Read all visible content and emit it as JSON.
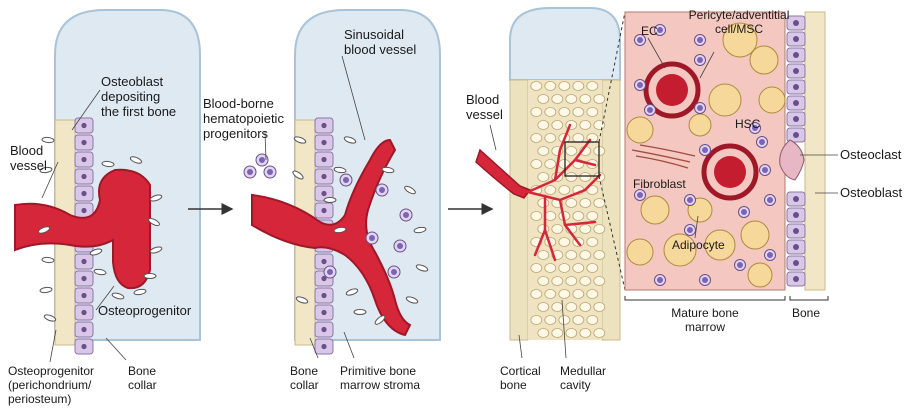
{
  "colors": {
    "bone_shaft": "#dfe9f1",
    "cartilage_edge": "#a9c4d8",
    "osteoblast": "#d8c7e6",
    "vessel": "#d6263a",
    "vessel_dark": "#9e1827",
    "marrow_bg": "#f4c8c0",
    "adipocyte": "#f6d89a",
    "bone_collar": "#f1e7c6",
    "cortical": "#ece2bd",
    "hsc": "#7c63b8"
  },
  "panel1": {
    "osteoblast_label": "Osteoblast\ndepositing\nthe first bone",
    "blood_vessel_label": "Blood\nvessel",
    "osteoprogenitor_label": "Osteoprogenitor",
    "perichondrium_label": "Osteoprogenitor\n(perichondrium/\nperiosteum)",
    "bone_collar_label": "Bone\ncollar"
  },
  "panel2": {
    "hematopoietic_label": "Blood-borne\nhematopoietic\nprogenitors",
    "sinusoidal_label": "Sinusoidal\nblood vessel",
    "bone_collar_label": "Bone\ncollar",
    "stroma_label": "Primitive bone\nmarrow stroma"
  },
  "panel3": {
    "blood_vessel_label": "Blood\nvessel",
    "cortical_label": "Cortical\nbone",
    "medullar_label": "Medullar\ncavity"
  },
  "panel4": {
    "ec_label": "EC",
    "pericyte_label": "Pericyte/adventitial\ncell/MSC",
    "hsc_label": "HSC",
    "fibroblast_label": "Fibroblast",
    "adipocyte_label": "Adipocyte",
    "osteoclast_label": "Osteoclast",
    "osteoblast_label": "Osteoblast",
    "mature_marrow_label": "Mature bone\nmarrow",
    "bone_label": "Bone"
  }
}
